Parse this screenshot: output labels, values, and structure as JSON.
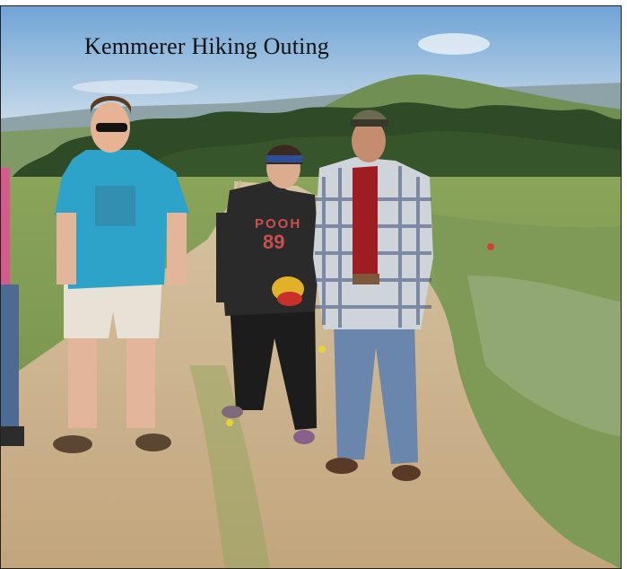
{
  "photo": {
    "caption": "Kemmerer Hiking Outing",
    "shirt_print_top": "POOH",
    "shirt_print_number": "89"
  },
  "colors": {
    "sky": "#8fb6dc",
    "hills": "#6f8f53",
    "trees": "#2f4a26",
    "grass": "#7c9a4e",
    "trail": "#c9b08b"
  }
}
